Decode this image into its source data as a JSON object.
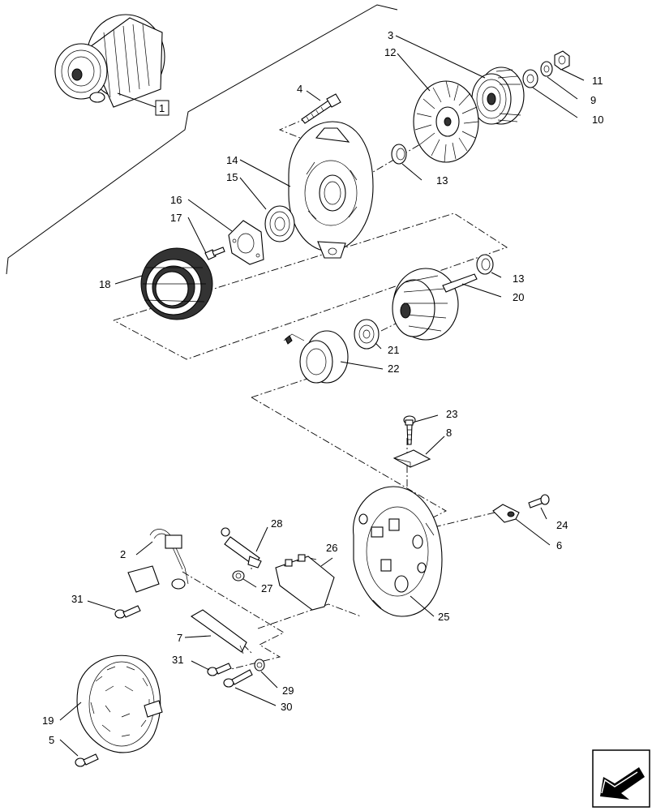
{
  "diagram": {
    "reference_box": "1",
    "callouts": {
      "c1": "1",
      "c2": "2",
      "c3": "3",
      "c4": "4",
      "c5": "5",
      "c6": "6",
      "c7": "7",
      "c8": "8",
      "c9": "9",
      "c10": "10",
      "c11": "11",
      "c12": "12",
      "c13a": "13",
      "c13b": "13",
      "c14": "14",
      "c15": "15",
      "c16": "16",
      "c17": "17",
      "c18": "18",
      "c19": "19",
      "c20": "20",
      "c21": "21",
      "c22": "22",
      "c23": "23",
      "c24": "24",
      "c25": "25",
      "c26": "26",
      "c27": "27",
      "c28": "28",
      "c29": "29",
      "c30": "30",
      "c31a": "31",
      "c31b": "31"
    },
    "nav_icon": "next-page-arrow-icon"
  }
}
